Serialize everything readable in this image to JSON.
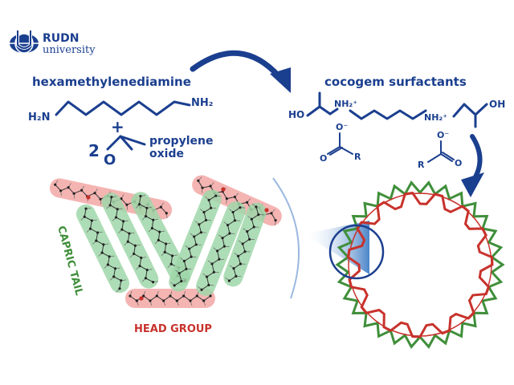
{
  "logo": {
    "line1": "RUDN",
    "line2": "university"
  },
  "reactant1": {
    "name": "hexamethylenediamine",
    "left_group": "H₂N",
    "right_group": "NH₂"
  },
  "plus": "+",
  "reactant2": {
    "coefficient": "2",
    "ring_atom": "O",
    "name_line1": "propylene",
    "name_line2": "oxide"
  },
  "product": {
    "name": "cocogem surfactants",
    "ho_left": "HO",
    "oh_right": "OH",
    "nh2_left": "NH₂⁺",
    "nh2_right": "NH₂⁺",
    "left_anion": {
      "o_minus": "O⁻",
      "o": "O",
      "r": "R"
    },
    "right_anion": {
      "o_minus": "O⁻",
      "o": "O",
      "r": "R"
    }
  },
  "labels": {
    "tail": "CAPRIC TAIL",
    "head": "HEAD GROUP"
  },
  "colors": {
    "blue": "#1b3f8f",
    "red": "#c8322c",
    "green": "#3f8f3a",
    "red_band": "#f2a7a4",
    "green_band": "#9fd7a9"
  }
}
